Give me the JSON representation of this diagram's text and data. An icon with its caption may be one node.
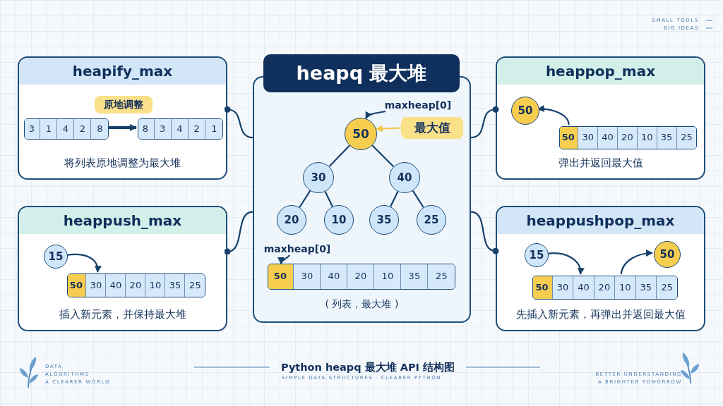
{
  "diagram": {
    "caption": "Python heapq 最大堆 API 结构图",
    "nodes": [
      {
        "text": [
          "heapq 最大堆",
          "( 列表，最大堆 )"
        ]
      },
      {
        "text": [
          "50"
        ],
        "in": 0
      },
      {
        "text": [
          "30"
        ],
        "in": 0
      },
      {
        "text": [
          "40"
        ],
        "in": 0
      },
      {
        "text": [
          "20"
        ],
        "in": 0
      },
      {
        "text": [
          "10"
        ],
        "in": 0
      },
      {
        "text": [
          "35"
        ],
        "in": 0
      },
      {
        "text": [
          "25"
        ],
        "in": 0
      },
      {
        "text": [
          "maxheap[0]"
        ],
        "in": 0
      },
      {
        "text": [
          "最大值"
        ],
        "in": 0
      },
      {
        "text": [
          "maxheap[0]"
        ],
        "in": 0
      },
      {
        "text": [],
        "shape": "box",
        "in": 0
      },
      {
        "text": [
          "50"
        ],
        "in": 11
      },
      {
        "text": [
          "30"
        ],
        "in": 11
      },
      {
        "text": [
          "40"
        ],
        "in": 11
      },
      {
        "text": [
          "20"
        ],
        "in": 11
      },
      {
        "text": [
          "10"
        ],
        "in": 11
      },
      {
        "text": [
          "35"
        ],
        "in": 11
      },
      {
        "text": [
          "25"
        ],
        "in": 11
      },
      {
        "text": [
          "heapify_max",
          "将列表原地调整为最大堆"
        ]
      },
      {
        "text": [
          "原地调整"
        ],
        "in": 19
      },
      {
        "text": [],
        "shape": "box",
        "in": 19
      },
      {
        "text": [
          "3"
        ],
        "in": 21
      },
      {
        "text": [
          "1"
        ],
        "in": 21
      },
      {
        "text": [
          "4"
        ],
        "in": 21
      },
      {
        "text": [
          "2"
        ],
        "in": 21
      },
      {
        "text": [
          "8"
        ],
        "in": 21
      },
      {
        "text": [],
        "shape": "box",
        "in": 19
      },
      {
        "text": [
          "8"
        ],
        "in": 27
      },
      {
        "text": [
          "3"
        ],
        "in": 27
      },
      {
        "text": [
          "4"
        ],
        "in": 27
      },
      {
        "text": [
          "2"
        ],
        "in": 27
      },
      {
        "text": [
          "1"
        ],
        "in": 27
      },
      {
        "text": [
          "heappop_max",
          "弹出并返回最大值"
        ]
      },
      {
        "text": [
          "50"
        ],
        "in": 33
      },
      {
        "text": [],
        "shape": "box",
        "in": 33
      },
      {
        "text": [
          "50"
        ],
        "in": 35
      },
      {
        "text": [
          "30"
        ],
        "in": 35
      },
      {
        "text": [
          "40"
        ],
        "in": 35
      },
      {
        "text": [
          "20"
        ],
        "in": 35
      },
      {
        "text": [
          "10"
        ],
        "in": 35
      },
      {
        "text": [
          "35"
        ],
        "in": 35
      },
      {
        "text": [
          "25"
        ],
        "in": 35
      },
      {
        "text": [
          "heappush_max",
          "插入新元素，并保持最大堆"
        ]
      },
      {
        "text": [
          "15"
        ],
        "in": 43
      },
      {
        "text": [],
        "shape": "box",
        "in": 43
      },
      {
        "text": [
          "50"
        ],
        "in": 45
      },
      {
        "text": [
          "30"
        ],
        "in": 45
      },
      {
        "text": [
          "40"
        ],
        "in": 45
      },
      {
        "text": [
          "20"
        ],
        "in": 45
      },
      {
        "text": [
          "10"
        ],
        "in": 45
      },
      {
        "text": [
          "35"
        ],
        "in": 45
      },
      {
        "text": [
          "25"
        ],
        "in": 45
      },
      {
        "text": [
          "heappushpop_max",
          "先插入新元素，再弹出并返回最大值"
        ]
      },
      {
        "text": [
          "15"
        ],
        "in": 53
      },
      {
        "text": [
          "50"
        ],
        "in": 53
      },
      {
        "text": [],
        "shape": "box",
        "in": 53
      },
      {
        "text": [
          "50"
        ],
        "in": 56
      },
      {
        "text": [
          "30"
        ],
        "in": 56
      },
      {
        "text": [
          "40"
        ],
        "in": 56
      },
      {
        "text": [
          "20"
        ],
        "in": 56
      },
      {
        "text": [
          "10"
        ],
        "in": 56
      },
      {
        "text": [
          "35"
        ],
        "in": 56
      },
      {
        "text": [
          "25"
        ],
        "in": 56
      }
    ],
    "edges": [
      {
        "from": 1,
        "to": 2,
        "arrow": "none"
      },
      {
        "from": 1,
        "to": 3,
        "arrow": "none"
      },
      {
        "from": 2,
        "to": 4,
        "arrow": "none"
      },
      {
        "from": 2,
        "to": 5,
        "arrow": "none"
      },
      {
        "from": 3,
        "to": 6,
        "arrow": "none"
      },
      {
        "from": 3,
        "to": 7,
        "arrow": "none"
      },
      {
        "from": 8,
        "to": 1,
        "arrow": "to"
      },
      {
        "from": 9,
        "to": 1,
        "arrow": "to",
        "color": "#f2c64a"
      },
      {
        "from": 10,
        "to": 12,
        "arrow": "to"
      },
      {
        "from": 21,
        "to": 27,
        "arrow": "to",
        "style": "thick"
      },
      {
        "from": 35,
        "to": 34,
        "arrow": "to"
      },
      {
        "from": 44,
        "to": 45,
        "arrow": "to"
      },
      {
        "from": 54,
        "to": 56,
        "arrow": "to"
      },
      {
        "from": 56,
        "to": 55,
        "arrow": "to"
      },
      {
        "from": 19,
        "to": 0,
        "arrow": "other"
      },
      {
        "from": 43,
        "to": 0,
        "arrow": "other"
      },
      {
        "from": 33,
        "to": 0,
        "arrow": "other"
      },
      {
        "from": 53,
        "to": 0,
        "arrow": "other"
      }
    ],
    "labels": [
      "SMALL TOOLS",
      "BIG IDEAS",
      "DATA",
      "ALGORITHMS",
      "A CLEARER WORLD",
      "BETTER UNDERSTANDING",
      "A BRIGHTER TOMORROW",
      "SIMPLE DATA STRUCTURES · CLEARER PYTHON"
    ]
  }
}
